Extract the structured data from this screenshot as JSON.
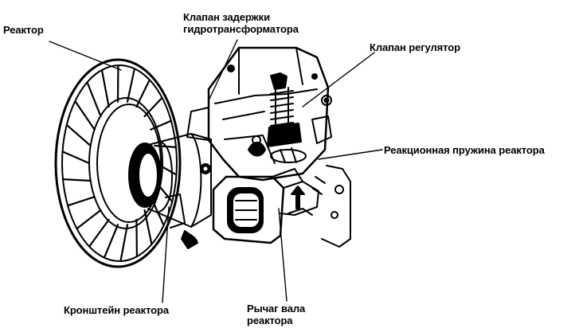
{
  "labels": {
    "stator": "Реактор",
    "converter_lockup_valve": {
      "line1": "Клапан задержки",
      "line2": "гидротрансформатора"
    },
    "regulator_valve": "Клапан регулятор",
    "stator_reaction_spring": "Реакционная пружина реактора",
    "stator_support": "Кронштейн реактора",
    "stator_shaft_lever": {
      "line1": "Рычаг вала",
      "line2": "реактора"
    }
  },
  "colors": {
    "ink": "#000000",
    "paper": "#ffffff"
  }
}
